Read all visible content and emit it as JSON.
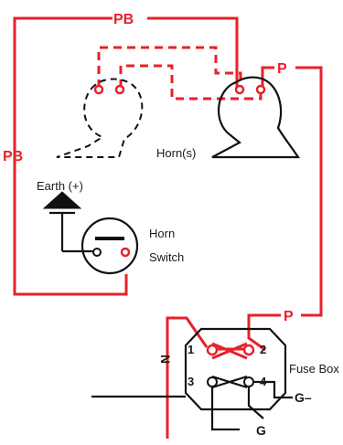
{
  "labels": {
    "wire_pb_top": "PB",
    "wire_pb_left": "PB",
    "wire_p_right": "P",
    "wire_p_fuse": "P",
    "horns": "Horn(s)",
    "earth": "Earth (+)",
    "horn_switch_line1": "Horn",
    "horn_switch_line2": "Switch",
    "fuse_box": "Fuse Box",
    "terminal_1": "1",
    "terminal_2": "2",
    "terminal_3": "3",
    "terminal_4": "4",
    "wire_n": "N",
    "wire_g_minus": "G–",
    "wire_g": "G"
  },
  "colors": {
    "wire_red": "#e8202a",
    "ink": "#111111"
  }
}
